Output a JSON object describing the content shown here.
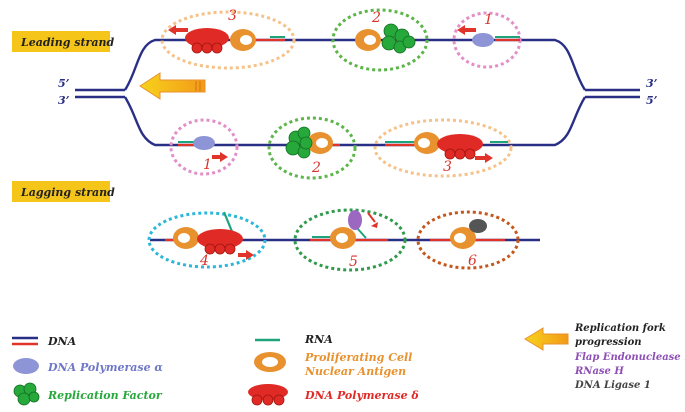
{
  "strands": {
    "leading": "Leading strand",
    "lagging": "Lagging strand"
  },
  "ends": {
    "left_top": "5’",
    "left_bottom": "3’",
    "right_top": "3’",
    "right_bottom": "5’"
  },
  "steps": {
    "leading": [
      "3",
      "2",
      "1"
    ],
    "lagging_top": [
      "1",
      "2",
      "3"
    ],
    "lagging_bottom": [
      "4",
      "5",
      "6"
    ]
  },
  "legend": {
    "dna": "DNA",
    "pol_alpha": "DNA Polymerase α",
    "rep_factor": "Replication Factor",
    "rna": "RNA",
    "pcna_line1": "Proliferating Cell",
    "pcna_line2": "Nuclear Antigen",
    "pol_delta": "DNA Polymerase δ",
    "fork_line1": "Replication fork",
    "fork_line2": "progression",
    "flap": "Flap Endonuclease 1",
    "rnase": "RNase H",
    "ligase": "DNA Ligase 1"
  },
  "colors": {
    "dna_blue": "#2a2f86",
    "dna_red": "#e0342b",
    "rna_green": "#1fa37a",
    "pol_alpha": "#8e95d6",
    "rep_factor": "#27a83a",
    "pcna": "#e8912f",
    "pol_delta": "#e02a25",
    "flap": "#9b67c0",
    "ligase": "#555555",
    "tag_bg": "#f6c51a"
  }
}
